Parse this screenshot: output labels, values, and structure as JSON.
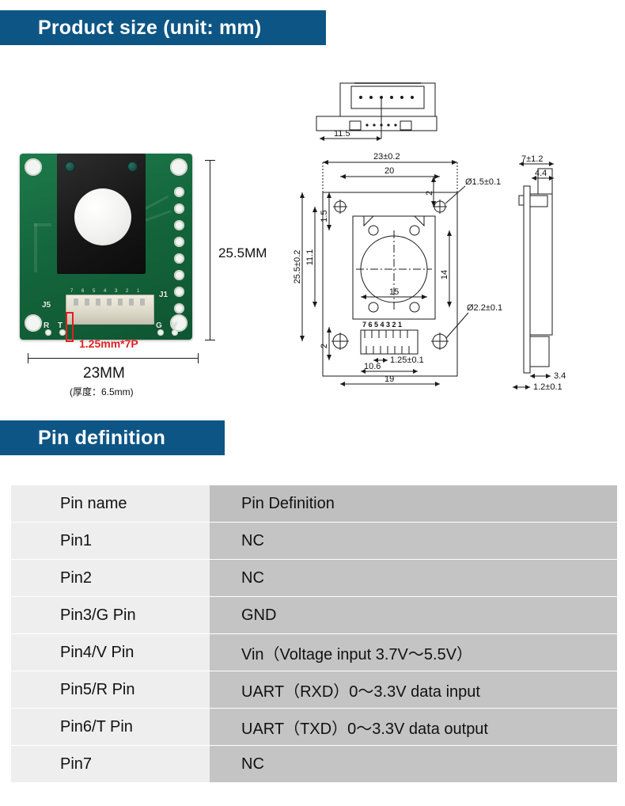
{
  "sections": {
    "product_size": {
      "title": "Product size (unit: mm)",
      "accent": "#0d5585"
    },
    "pin_definition": {
      "title": "Pin definition",
      "accent": "#0d5585"
    }
  },
  "photo": {
    "board_labels": {
      "j5": "J5",
      "j1": "J1",
      "r": "R",
      "t": "T",
      "g": "G",
      "v": "V"
    },
    "connector_pin_numbers": [
      "7",
      "6",
      "5",
      "4",
      "3",
      "2",
      "1"
    ],
    "annotation_connector": "1.25mm*7P",
    "dim_height": "25.5MM",
    "dim_width": "23MM",
    "dim_thickness": "(厚度：6.5mm)"
  },
  "cad": {
    "top_view": {
      "dim_offset": "11.5"
    },
    "front_view": {
      "width_total": "23±0.2",
      "width_inner": "20",
      "edge_top": "2",
      "hole_small": "Ø1.5±0.1",
      "hole_large": "Ø2.2±0.1",
      "height_total": "25.5±0.2",
      "height_inner": "11.1",
      "offset_top": "1.5",
      "offset_right": "14",
      "lens_width": "15",
      "edge_bottom": "2",
      "pitch": "1.25±0.1",
      "conn_offset": "10.6",
      "conn_span": "19",
      "pin_numbers": "7 6 5 4 3 2 1"
    },
    "side_view": {
      "depth_total": "7±1.2",
      "depth_sensor": "4.4",
      "pcb_offset": "3.4",
      "pcb_thickness": "1.2±0.1"
    }
  },
  "pin_table": {
    "headers": {
      "name": "Pin name",
      "definition": "Pin Definition"
    },
    "rows": [
      {
        "name": "Pin1",
        "definition": "NC"
      },
      {
        "name": "Pin2",
        "definition": "NC"
      },
      {
        "name": "Pin3/G Pin",
        "definition": "GND"
      },
      {
        "name": "Pin4/V Pin",
        "definition": "Vin（Voltage input 3.7V～5.5V）"
      },
      {
        "name": "Pin5/R Pin",
        "definition": "UART（RXD）0～3.3V data input"
      },
      {
        "name": "Pin6/T Pin",
        "definition": "UART（TXD）0～3.3V data output"
      },
      {
        "name": "Pin7",
        "definition": "NC"
      }
    ]
  }
}
